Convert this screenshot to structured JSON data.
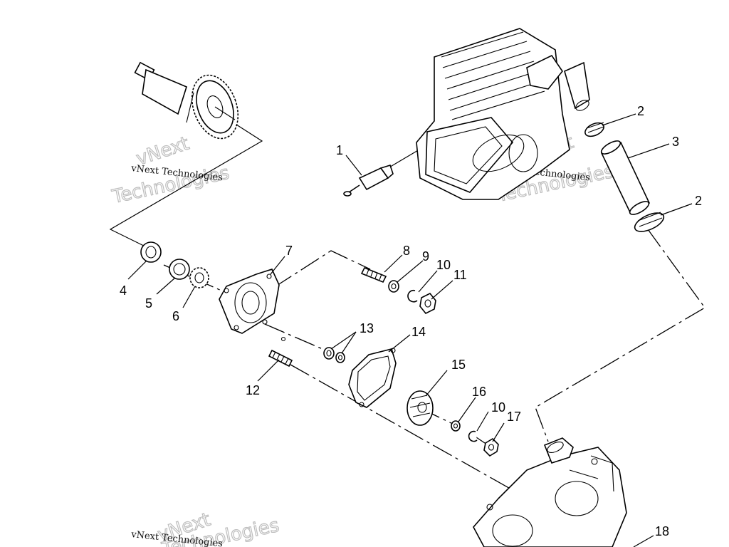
{
  "callouts": [
    {
      "id": "c1",
      "label": "1"
    },
    {
      "id": "c2a",
      "label": "2"
    },
    {
      "id": "c3",
      "label": "3"
    },
    {
      "id": "c2b",
      "label": "2"
    },
    {
      "id": "c4",
      "label": "4"
    },
    {
      "id": "c5",
      "label": "5"
    },
    {
      "id": "c6",
      "label": "6"
    },
    {
      "id": "c7",
      "label": "7"
    },
    {
      "id": "c8",
      "label": "8"
    },
    {
      "id": "c9",
      "label": "9"
    },
    {
      "id": "c10a",
      "label": "10"
    },
    {
      "id": "c11",
      "label": "11"
    },
    {
      "id": "c12",
      "label": "12"
    },
    {
      "id": "c13",
      "label": "13"
    },
    {
      "id": "c14",
      "label": "14"
    },
    {
      "id": "c15",
      "label": "15"
    },
    {
      "id": "c16",
      "label": "16"
    },
    {
      "id": "c10b",
      "label": "10"
    },
    {
      "id": "c17",
      "label": "17"
    },
    {
      "id": "c18",
      "label": "18"
    }
  ],
  "watermark": {
    "company": "vNext Technologies",
    "word1": "vNext",
    "word2": "Technologies"
  },
  "colors": {
    "line": "#000000",
    "watermark_outline": "#bdbdbd",
    "background": "#ffffff"
  }
}
